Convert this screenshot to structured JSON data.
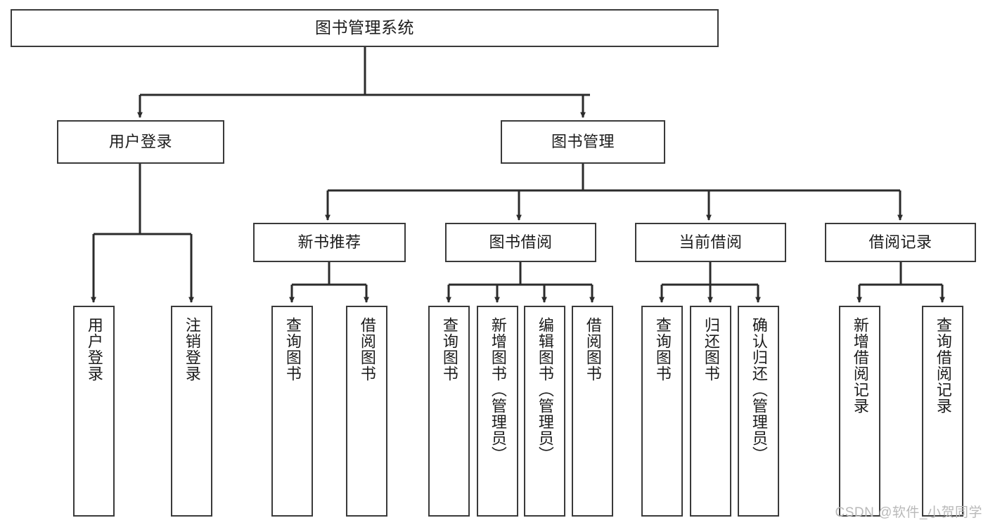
{
  "diagram": {
    "type": "tree-hierarchy-chart",
    "title": "图书管理系统",
    "watermark": "CSDN @软件_小贺同学",
    "colors": {
      "box_border": "#3a3a3a",
      "box_fill": "#ffffff",
      "edge": "#2b2b2b",
      "text": "#1c1c1c",
      "watermark": "#b9b9b9"
    },
    "levels": {
      "level0": {
        "label": "图书管理系统"
      },
      "level1": [
        {
          "label": "用户登录"
        },
        {
          "label": "图书管理"
        }
      ],
      "level2": [
        {
          "label": "新书推荐"
        },
        {
          "label": "图书借阅"
        },
        {
          "label": "当前借阅"
        },
        {
          "label": "借阅记录"
        }
      ]
    },
    "leaves": {
      "user_login": [
        {
          "label": "用户登录"
        },
        {
          "label": "注销登录"
        }
      ],
      "new_book_recommend": [
        {
          "label": "查询图书"
        },
        {
          "label": "借阅图书"
        }
      ],
      "book_borrow": [
        {
          "label": "查询图书"
        },
        {
          "label": "新增图书（管理员）"
        },
        {
          "label": "编辑图书（管理员）"
        },
        {
          "label": "借阅图书"
        }
      ],
      "current_borrow": [
        {
          "label": "查询图书"
        },
        {
          "label": "归还图书"
        },
        {
          "label": "确认归还（管理员）"
        }
      ],
      "borrow_record": [
        {
          "label": "新增借阅记录"
        },
        {
          "label": "查询借阅记录"
        }
      ]
    }
  }
}
